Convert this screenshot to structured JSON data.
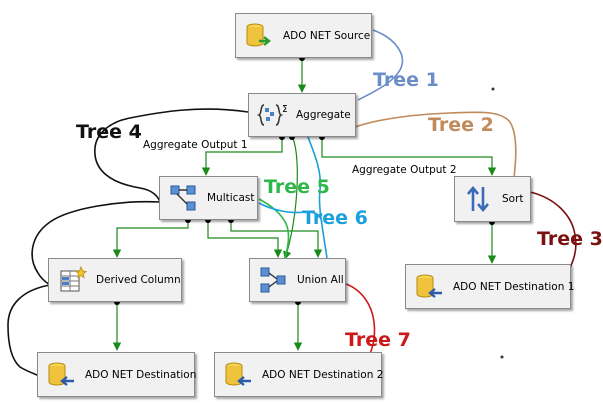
{
  "components": {
    "ado_source": {
      "label": "ADO NET Source",
      "icon": "ado-source-icon"
    },
    "aggregate": {
      "label": "Aggregate",
      "icon": "aggregate-icon"
    },
    "multicast": {
      "label": "Multicast",
      "icon": "multicast-icon"
    },
    "sort": {
      "label": "Sort",
      "icon": "sort-icon"
    },
    "derived_column": {
      "label": "Derived Column",
      "icon": "derived-column-icon"
    },
    "union_all": {
      "label": "Union All",
      "icon": "union-all-icon"
    },
    "ado_dest": {
      "label": "ADO NET Destination",
      "icon": "ado-destination-icon"
    },
    "ado_dest1": {
      "label": "ADO NET Destination 1",
      "icon": "ado-destination-icon"
    },
    "ado_dest2": {
      "label": "ADO NET Destination 2",
      "icon": "ado-destination-icon"
    }
  },
  "path_labels": {
    "aggregate_output_1": "Aggregate Output 1",
    "aggregate_output_2": "Aggregate Output 2"
  },
  "trees": {
    "tree1": {
      "text": "Tree 1",
      "color": "#6b8ec8"
    },
    "tree2": {
      "text": "Tree 2",
      "color": "#c08a5a"
    },
    "tree3": {
      "text": "Tree 3",
      "color": "#7b1010"
    },
    "tree4": {
      "text": "Tree 4",
      "color": "#000000"
    },
    "tree5": {
      "text": "Tree 5",
      "color": "#2fb84a"
    },
    "tree6": {
      "text": "Tree 6",
      "color": "#1aa0dc"
    },
    "tree7": {
      "text": "Tree 7",
      "color": "#cc1a1a"
    }
  },
  "colors": {
    "flow_arrow": "#1a8a1a"
  }
}
